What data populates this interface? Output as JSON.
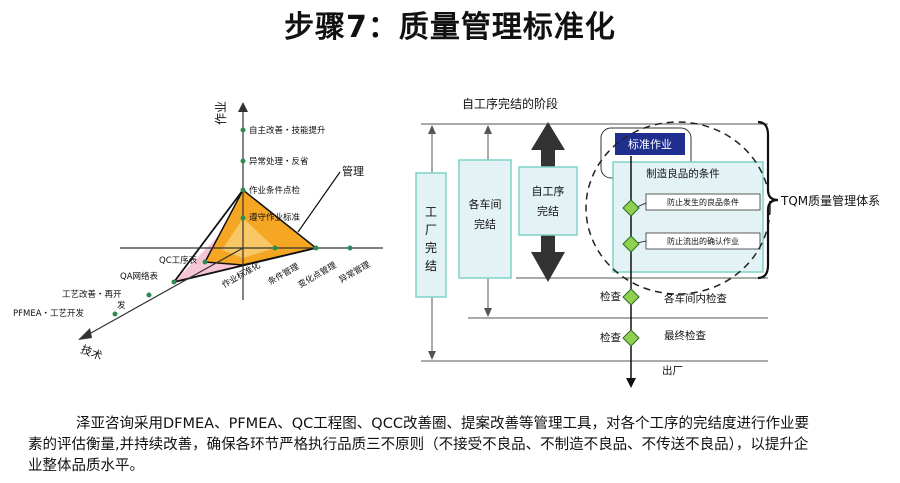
{
  "title": "步骤7：质量管理标准化",
  "radar": {
    "axis_zuoye": "作业",
    "axis_jishu": "技术",
    "guanli": "管理",
    "zuoye_items": [
      "自主改善・技能提升",
      "异常处理・反省",
      "作业条件点检",
      "遵守作业标准"
    ],
    "jishu_items": [
      "QC工序表",
      "QA网络表",
      "工艺改善・再开",
      "发",
      "PFMEA・工艺开发"
    ],
    "guanli_items": [
      "作业标准化",
      "条件管理",
      "变化点管理",
      "异常管理"
    ]
  },
  "flow": {
    "stage_title": "自工序完结的阶段",
    "factory": "工厂完结",
    "workshop": "各车间完结",
    "self_process": "自工序完结",
    "std_work": "标准作业",
    "conditions": "制造良品的条件",
    "prevent_occur": "防止发生的良品条件",
    "prevent_outflow": "防止流出的确认作业",
    "tqm": "TQM质量管理体系",
    "check1": "检查",
    "check1_desc": "各车间内检查",
    "check2": "检查",
    "check2_desc": "最终检查",
    "ship": "出厂"
  },
  "paragraph": "泽亚咨询采用DFMEA、PFMEA、QC工程图、QCC改善圈、提案改善等管理工具，对各个工序的完结度进行作业要素的评估衡量,并持续改善，确保各环节严格执行品质三不原则（不接受不良品、不制造不良品、不传送不良品），以提升企业整体品质水平。",
  "colors": {
    "orange": "#f5a623",
    "pink": "#f7c6d6",
    "green": "#2e8b57",
    "box_fill": "#e3f2f5",
    "box_border": "#7ed3c8",
    "navy": "#1f2f8f",
    "diamond": "#8fd14f"
  }
}
